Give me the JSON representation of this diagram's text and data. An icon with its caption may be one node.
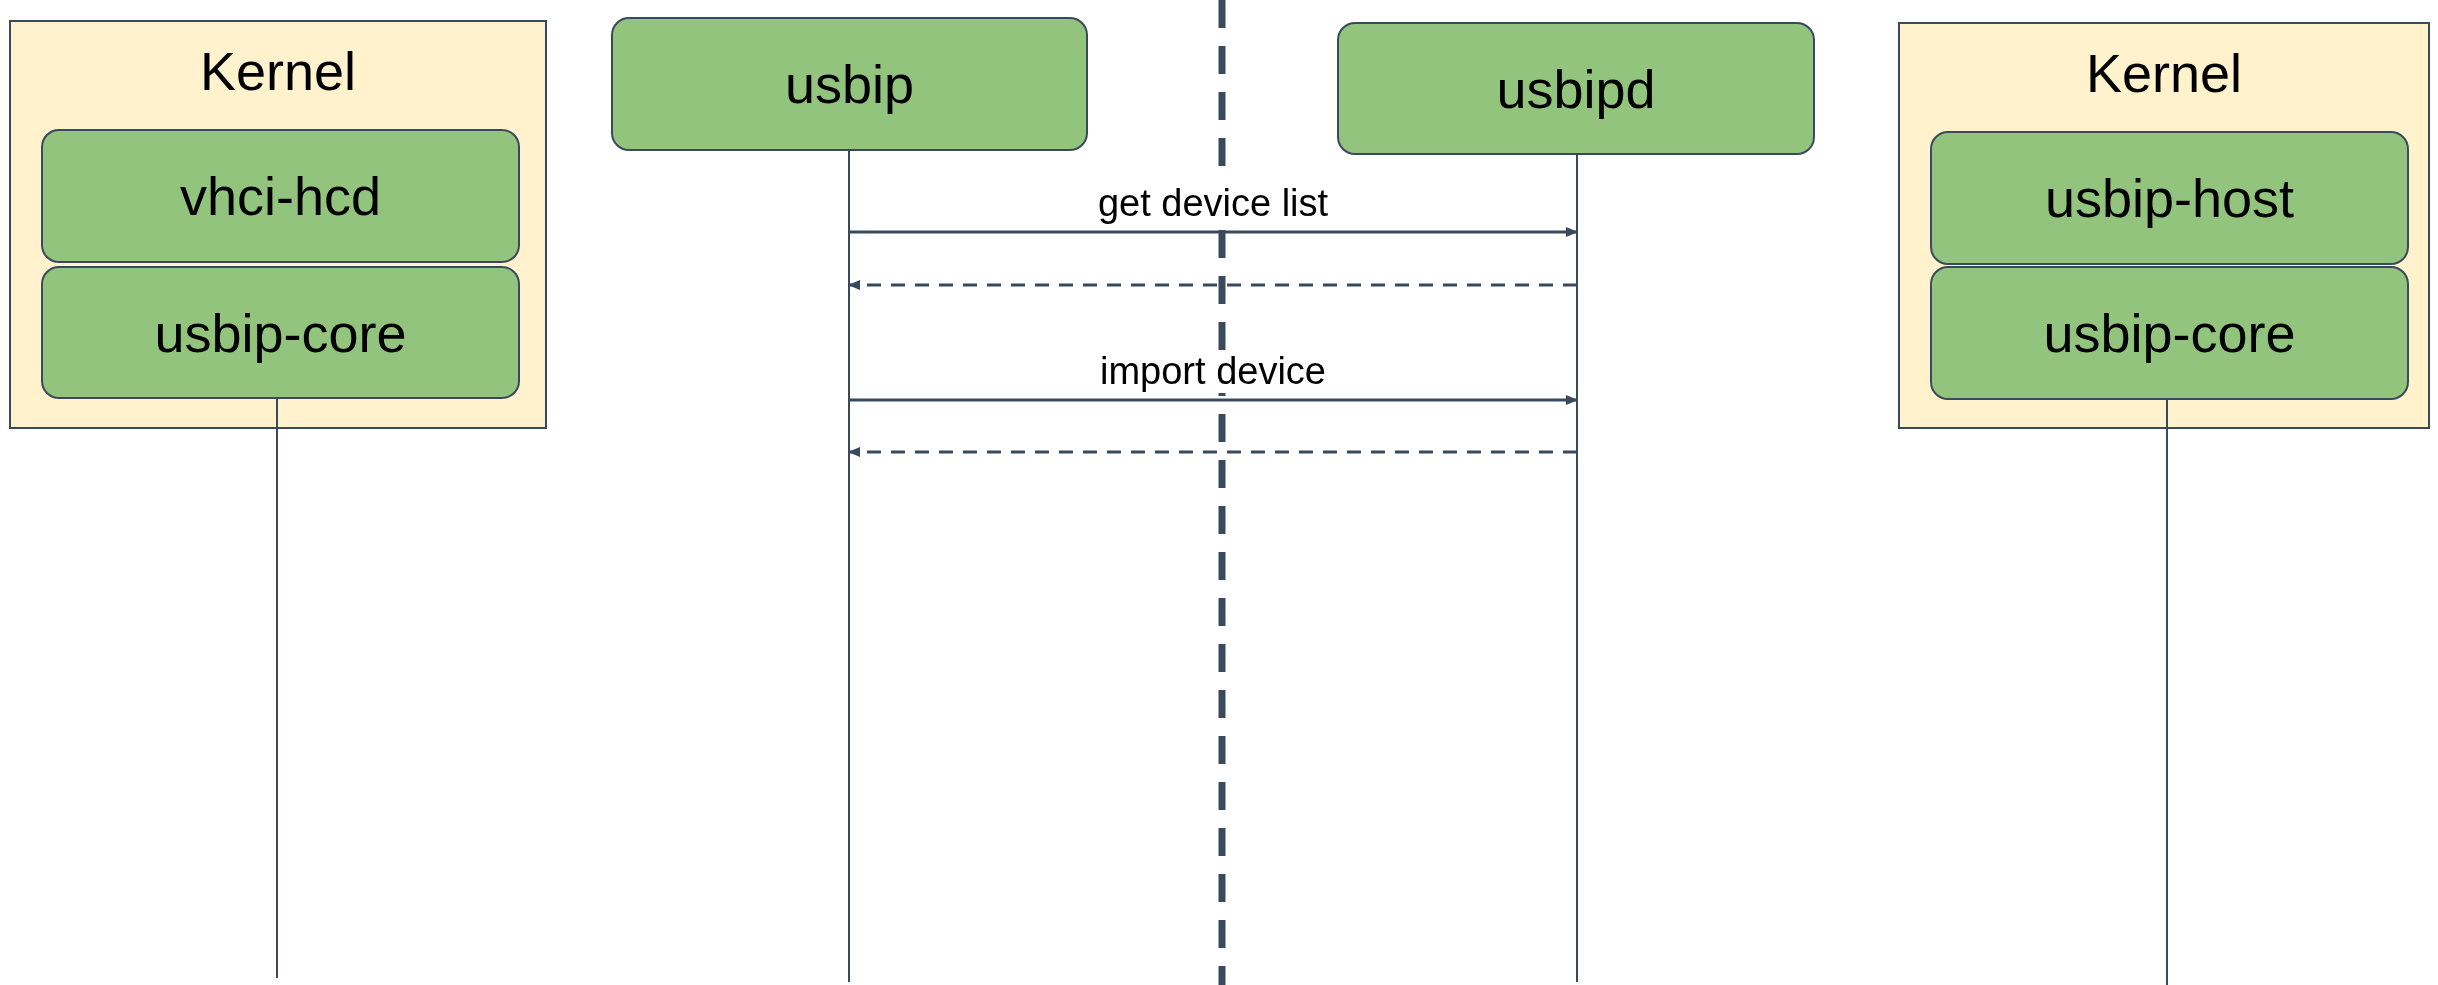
{
  "diagram": {
    "nodes": [
      {
        "text": [
          "Kernel"
        ]
      },
      {
        "text": [
          "vhci-hcd"
        ],
        "in": 0
      },
      {
        "text": [
          "usbip-core"
        ],
        "in": 0
      },
      {
        "text": [
          "usbip"
        ]
      },
      {
        "text": [
          "usbipd"
        ]
      },
      {
        "text": [
          "Kernel"
        ]
      },
      {
        "text": [
          "usbip-host"
        ],
        "in": 5
      },
      {
        "text": [
          "usbip-core"
        ],
        "in": 5
      },
      {
        "text": [],
        "shape": "line"
      },
      {
        "text": [],
        "shape": "line"
      },
      {
        "text": [],
        "shape": "line"
      },
      {
        "text": [],
        "shape": "line"
      }
    ],
    "edges": [
      {
        "from": 9,
        "to": 10,
        "arrow": "to",
        "label": "get device list"
      },
      {
        "from": 10,
        "to": 9,
        "arrow": "to",
        "style": "dashed"
      },
      {
        "from": 9,
        "to": 10,
        "arrow": "to",
        "label": "import device"
      },
      {
        "from": 10,
        "to": 9,
        "arrow": "to",
        "style": "dashed"
      }
    ]
  }
}
